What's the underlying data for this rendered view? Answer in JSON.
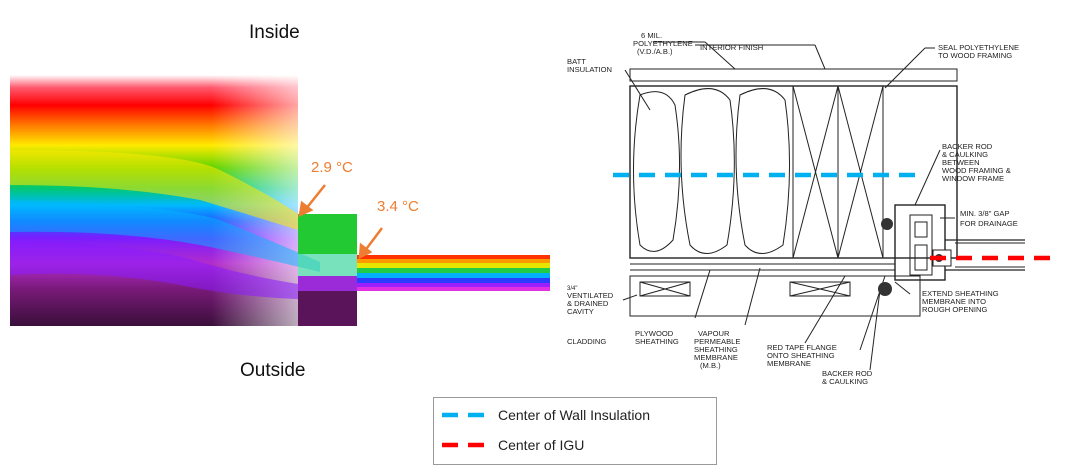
{
  "thermal": {
    "inside_label": "Inside",
    "outside_label": "Outside",
    "temp_left": "2.9 °C",
    "temp_right": "3.4 °C",
    "label_color": "#ed7d31"
  },
  "drawing": {
    "callouts": {
      "poly_1": "6 MIL.",
      "poly_2": "POLYETHYLENE",
      "poly_3": "(V.D./A.B.)",
      "interior_finish": "INTERIOR FINISH",
      "seal_1": "SEAL POLYETHYLENE",
      "seal_2": "TO WOOD FRAMING",
      "batt_1": "BATT",
      "batt_2": "INSULATION",
      "backer_1": "BACKER ROD",
      "backer_2": "& CAULKING",
      "backer_3": "BETWEEN",
      "backer_4": "WOOD FRAMING &",
      "backer_5": "WINDOW FRAME",
      "gap_1": "MIN. 3/8\" GAP",
      "gap_2": "FOR DRAINAGE",
      "dim": "3/4\"",
      "vent_1": "VENTILATED",
      "vent_2": "& DRAINED",
      "vent_3": "CAVITY",
      "extend_1": "EXTEND SHEATHING",
      "extend_2": "MEMBRANE INTO",
      "extend_3": "ROUGH OPENING",
      "cladding": "CLADDING",
      "plywood_1": "PLYWOOD",
      "plywood_2": "SHEATHING",
      "vapour_1": "VAPOUR",
      "vapour_2": "PERMEABLE",
      "vapour_3": "SHEATHING",
      "vapour_4": "MEMBRANE",
      "vapour_5": "(M.B.)",
      "red_1": "RED TAPE FLANGE",
      "red_2": "ONTO SHEATHING",
      "red_3": "MEMBRANE",
      "backer2_1": "BACKER ROD",
      "backer2_2": "& CAULKING"
    }
  },
  "legend": {
    "items": [
      {
        "label": "Center of Wall Insulation",
        "color": "#00b0f0"
      },
      {
        "label": "Center of IGU",
        "color": "#ff0000"
      }
    ]
  }
}
